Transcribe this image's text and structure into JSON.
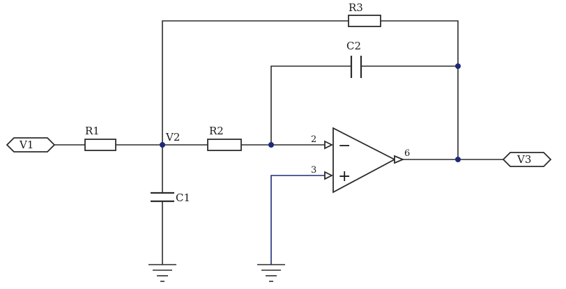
{
  "ports": {
    "input": "V1",
    "output": "V3"
  },
  "nodes": {
    "middle": "V2"
  },
  "components": {
    "r1": "R1",
    "r2": "R2",
    "r3": "R3",
    "c1": "C1",
    "c2": "C2"
  },
  "opamp": {
    "inverting_pin": "2",
    "noninverting_pin": "3",
    "output_pin": "6",
    "inverting_sign": "−",
    "noninverting_sign": "+"
  },
  "colors": {
    "wire": "#2b2b2b",
    "wire_accent": "#1e2a78",
    "junction": "#1e2a78"
  }
}
